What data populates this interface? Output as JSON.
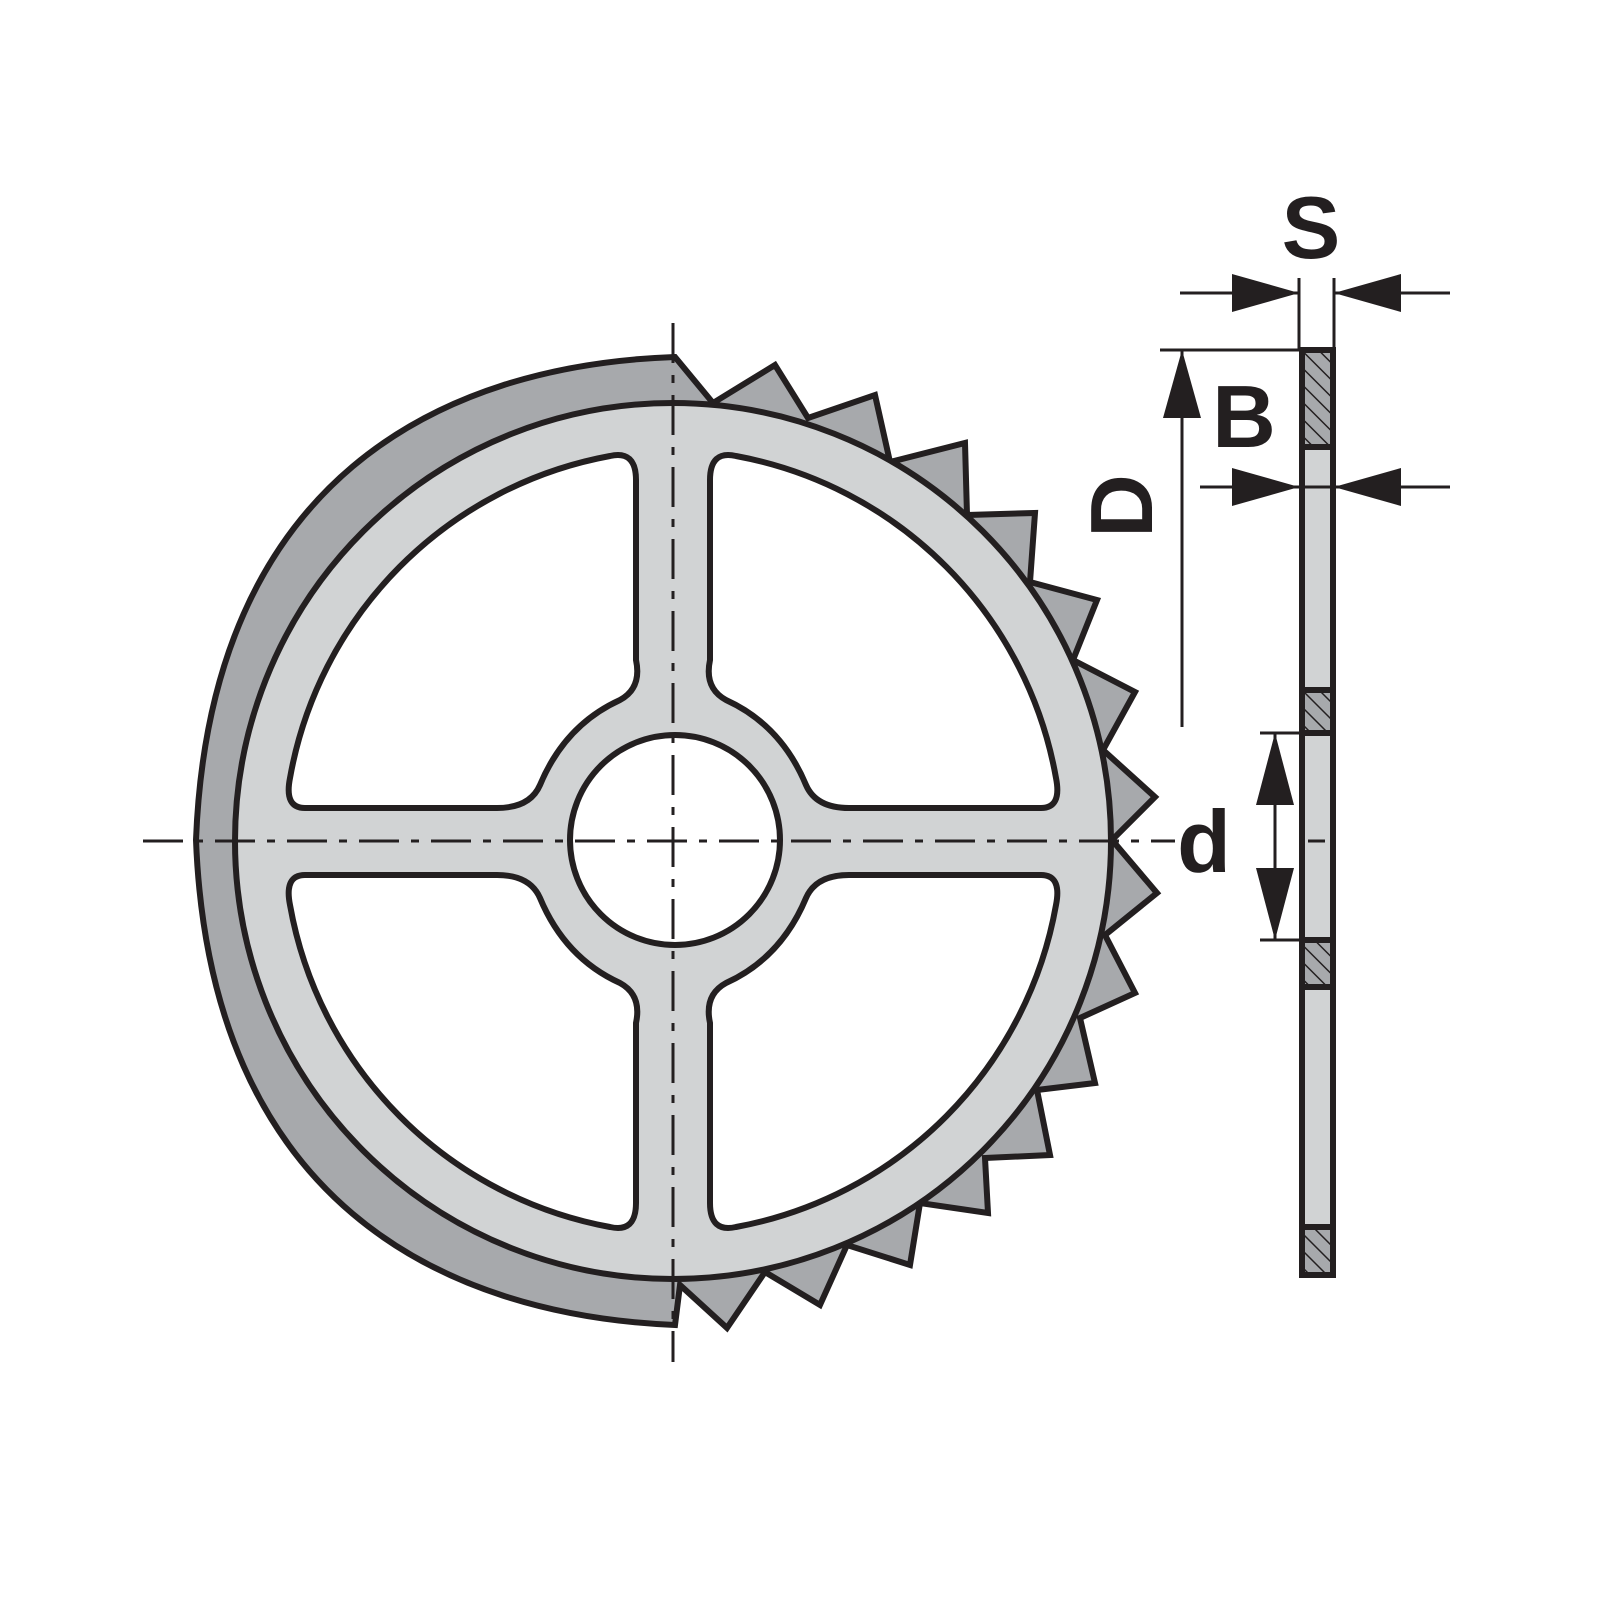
{
  "labels": {
    "thickness": "S",
    "kerf_width": "B",
    "outer_diameter": "D",
    "bore_diameter": "d"
  },
  "colors": {
    "outline": "#231f20",
    "ring_gray": "#a7a9ac",
    "body_gray": "#d1d3d4"
  }
}
